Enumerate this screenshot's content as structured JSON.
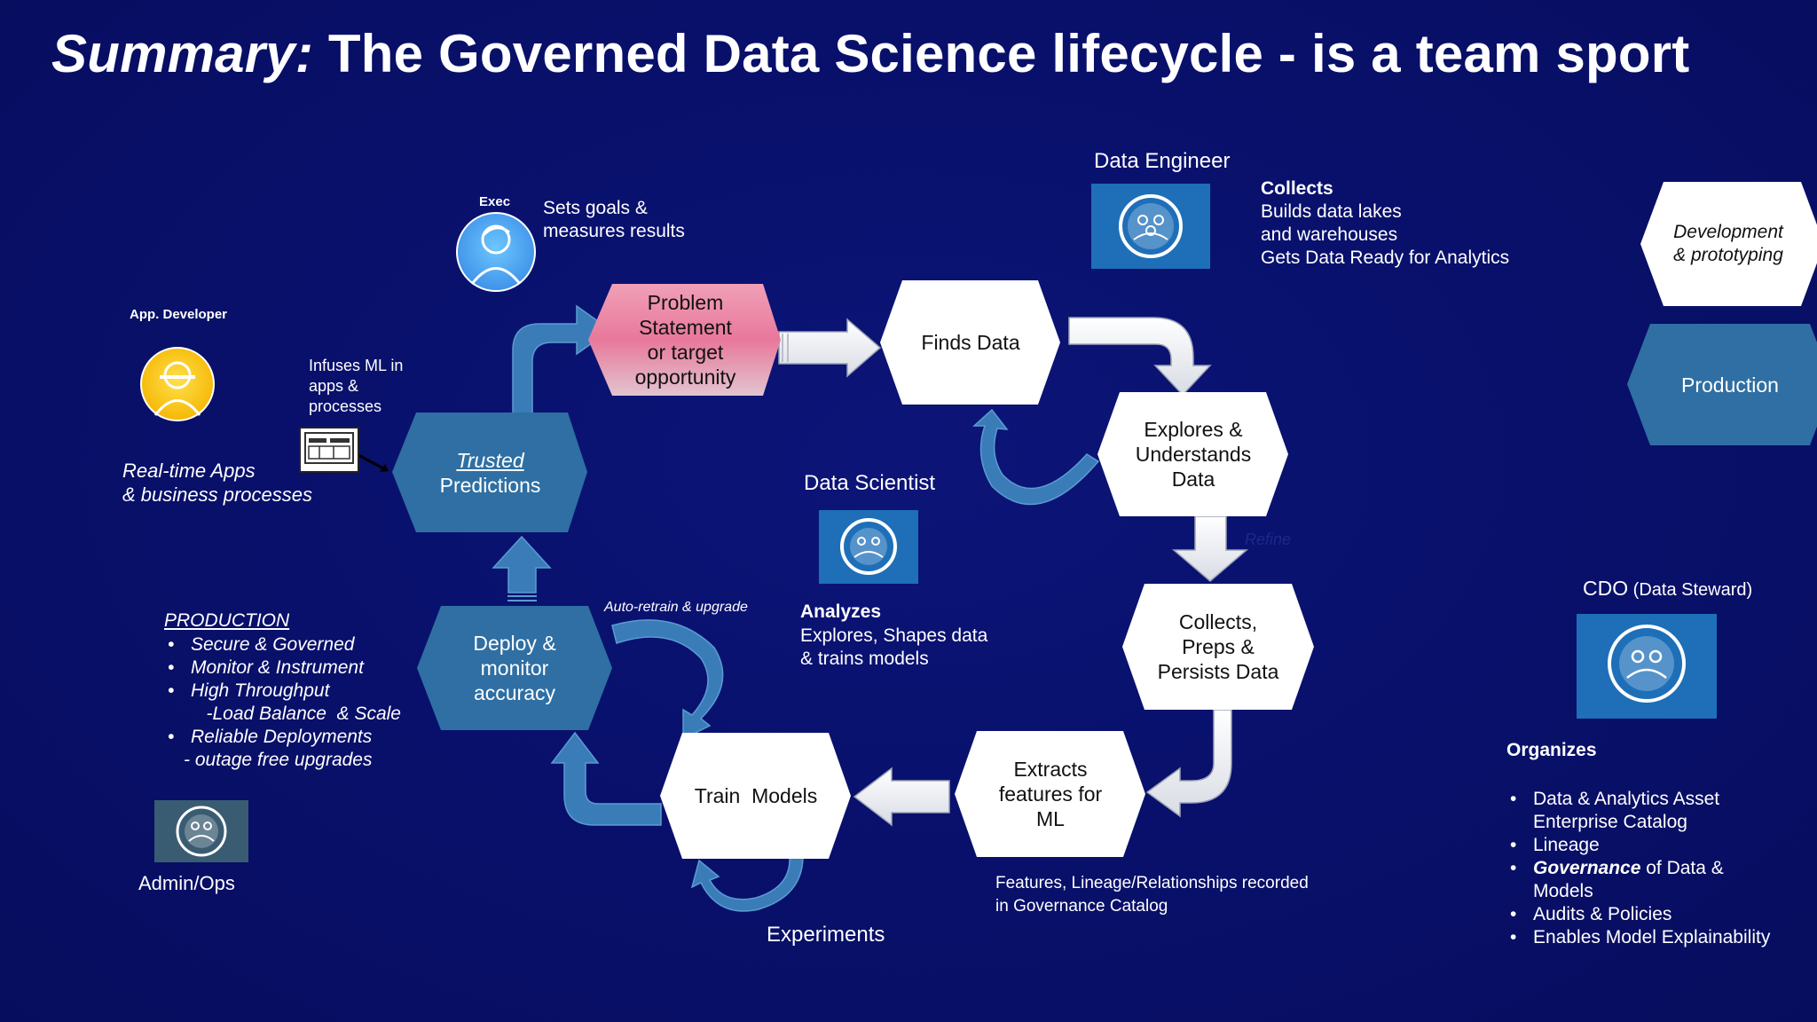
{
  "title": {
    "lead": "Summary:",
    "rest": " The Governed Data Science lifecycle - is a team sport"
  },
  "roles": {
    "exec": {
      "label": "Exec",
      "desc": "Sets goals &\nmeasures results"
    },
    "app_developer": {
      "label": "App. Developer",
      "desc": "Infuses ML in\napps &\nprocesses",
      "caption": "Real-time Apps\n& business processes"
    },
    "data_engineer": {
      "label": "Data Engineer",
      "heading": "Collects",
      "lines": "Builds data lakes\nand warehouses\nGets Data Ready for Analytics"
    },
    "data_scientist": {
      "label": "Data Scientist",
      "heading": "Analyzes",
      "lines": "Explores, Shapes data\n& trains models"
    },
    "admin_ops": {
      "label": "Admin/Ops"
    },
    "cdo": {
      "label": "CDO",
      "sub": " (Data Steward)",
      "heading": "Organizes"
    }
  },
  "hexes": {
    "problem": "Problem\nStatement\nor target\nopportunity",
    "finds": "Finds Data",
    "explores": "Explores &\nUnderstands\nData",
    "collects": "Collects,\nPreps &\nPersists Data",
    "extracts": "Extracts\nfeatures for\nML",
    "train": "Train  Models",
    "deploy": "Deploy &\nmonitor\naccuracy",
    "trusted_line1": "Trusted",
    "trusted_line2": "Predictions"
  },
  "legend": {
    "development": "Development\n& prototyping",
    "production": "Production"
  },
  "annotations": {
    "refine": "Refine",
    "auto_retrain": "Auto-retrain & upgrade",
    "experiments": "Experiments",
    "features_note": "Features, Lineage/Relationships recorded\nin Governance Catalog"
  },
  "production_list": {
    "title": "PRODUCTION",
    "items": [
      {
        "text": "Secure & Governed",
        "bullet": true
      },
      {
        "text": "Monitor & Instrument",
        "bullet": true
      },
      {
        "text": "High Throughput",
        "bullet": true
      },
      {
        "text": "   -Load Balance  & Scale",
        "bullet": false
      },
      {
        "text": "Reliable Deployments",
        "bullet": true
      },
      {
        "text": "- outage free upgrades",
        "bullet": false
      }
    ]
  },
  "organizes_list": [
    {
      "text": "Data & Analytics Asset\nEnterprise Catalog"
    },
    {
      "text": "Lineage"
    },
    {
      "bold": "Governance",
      "text": " of Data &\nModels"
    },
    {
      "text": "Audits & Policies"
    },
    {
      "text": "Enables Model Explainability"
    }
  ],
  "icons": [
    "exec-avatar-icon",
    "developer-avatar-icon",
    "dashboard-screen-icon",
    "data-engineer-team-icon",
    "data-scientist-team-icon",
    "admin-ops-team-icon",
    "cdo-team-icon"
  ],
  "colors": {
    "background": "#08106a",
    "steel_blue": "#2f6fa3",
    "pink": "#e87a9c",
    "white_hex": "#ffffff",
    "team_box": "#1e6fb8"
  }
}
